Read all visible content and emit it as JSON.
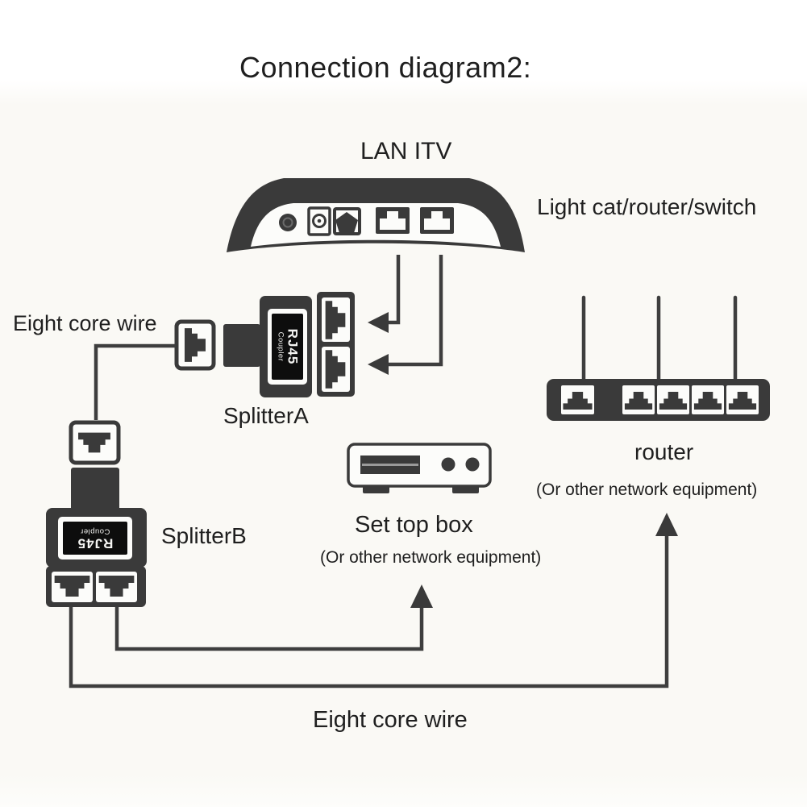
{
  "title": "Connection diagram2:",
  "labels": {
    "lan_itv": "LAN ITV",
    "light_cat": "Light cat/router/switch",
    "eight_core_wire_top": "Eight core wire",
    "splitter_a": "SplitterA",
    "splitter_b": "SplitterB",
    "set_top_box": "Set top box",
    "set_top_box_note": "(Or other network equipment)",
    "router": "router",
    "router_note": "(Or other network equipment)",
    "eight_core_wire_bottom": "Eight core wire"
  },
  "device_labels": {
    "splitter_a": {
      "line1": "RJ45",
      "line2": "Coupler"
    },
    "splitter_b": {
      "line1": "RJ45",
      "line2": "Coupler"
    }
  },
  "colors": {
    "ink": "#3a3a3a",
    "wire": "#3e3e3e",
    "paper": "#fcfcfa",
    "text": "#1f1f1f",
    "background": "#faf9f5"
  }
}
